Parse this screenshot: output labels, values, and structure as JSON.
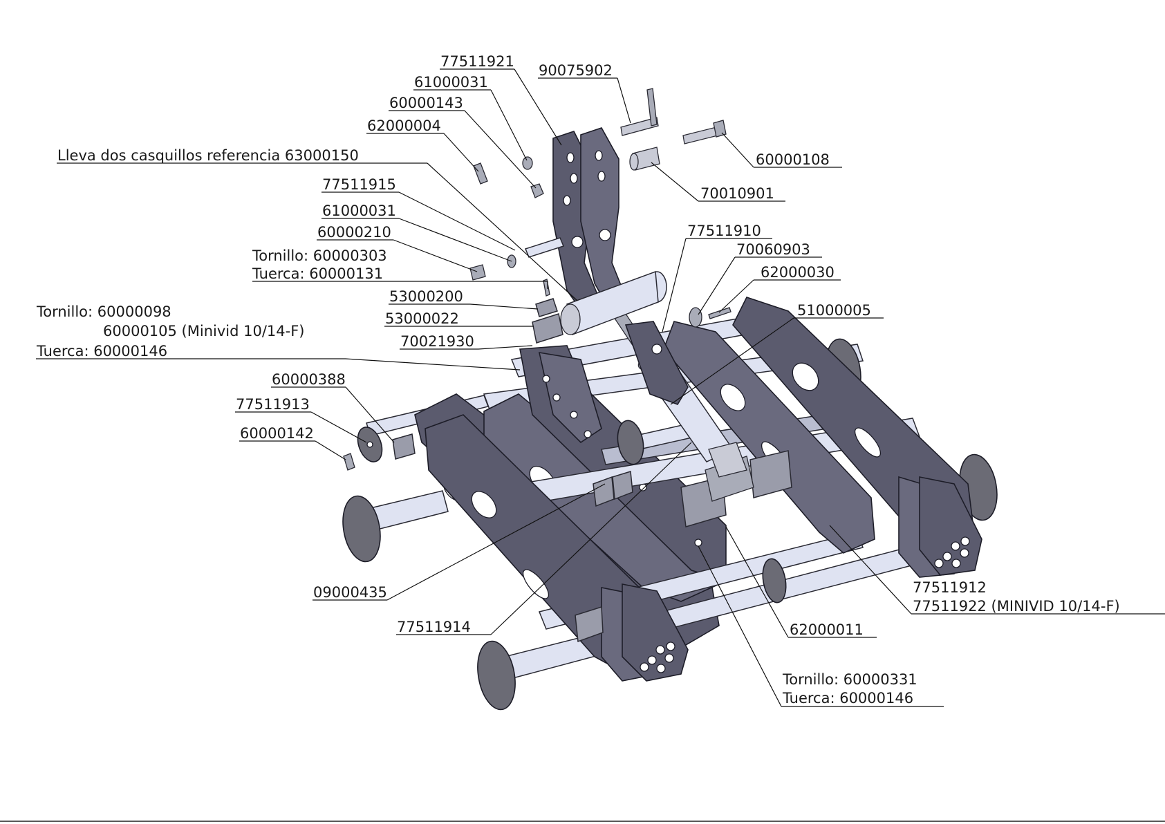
{
  "labels": {
    "l01": "77511921",
    "l02": "90075902",
    "l03": "61000031",
    "l04": "60000143",
    "l05": "62000004",
    "l06": "60000108",
    "l07": "Lleva dos casquillos referencia 63000150",
    "l08": "70010901",
    "l09": "77511915",
    "l10": "61000031",
    "l11": "60000210",
    "l12": "77511910",
    "l13": "70060903",
    "l14": "Tornillo: 60000303",
    "l15": "Tuerca: 60000131",
    "l16": "62000030",
    "l17": "53000200",
    "l18": "51000005",
    "l19": "Tornillo: 60000098",
    "l20": "53000022",
    "l21": "60000105 (Minivid 10/14-F)",
    "l22": "70021930",
    "l23": "Tuerca: 60000146",
    "l24": "60000388",
    "l25": "77511913",
    "l26": "60000142",
    "l27": "77511912",
    "l28": "09000435",
    "l29": "77511922 (MINIVID 10/14-F)",
    "l30": "77511914",
    "l31": "62000011",
    "l32": "Tornillo: 60000331",
    "l33": "Tuerca: 60000146"
  }
}
